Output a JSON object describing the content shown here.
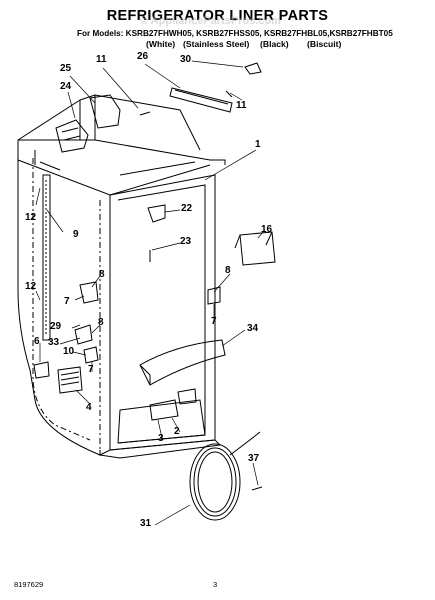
{
  "title": "REFRIGERATOR LINER PARTS",
  "models_line": "For Models: KSRB27FHWH05, KSRB27FHSS05, KSRB27FHBL05,KSRB27FHBT05",
  "variants": [
    "(White)",
    "(Stainless Steel)",
    "(Black)",
    "(Biscuit)"
  ],
  "watermark": "© AppliancePartsPros.com",
  "callouts": [
    "25",
    "11",
    "26",
    "30",
    "24",
    "11",
    "1",
    "12",
    "9",
    "22",
    "23",
    "16",
    "12",
    "8",
    "8",
    "7",
    "7",
    "29",
    "8",
    "34",
    "33",
    "6",
    "10",
    "7",
    "4",
    "3",
    "2",
    "37",
    "31"
  ],
  "footer": {
    "doc_number": "8197629",
    "page_number": "3"
  }
}
